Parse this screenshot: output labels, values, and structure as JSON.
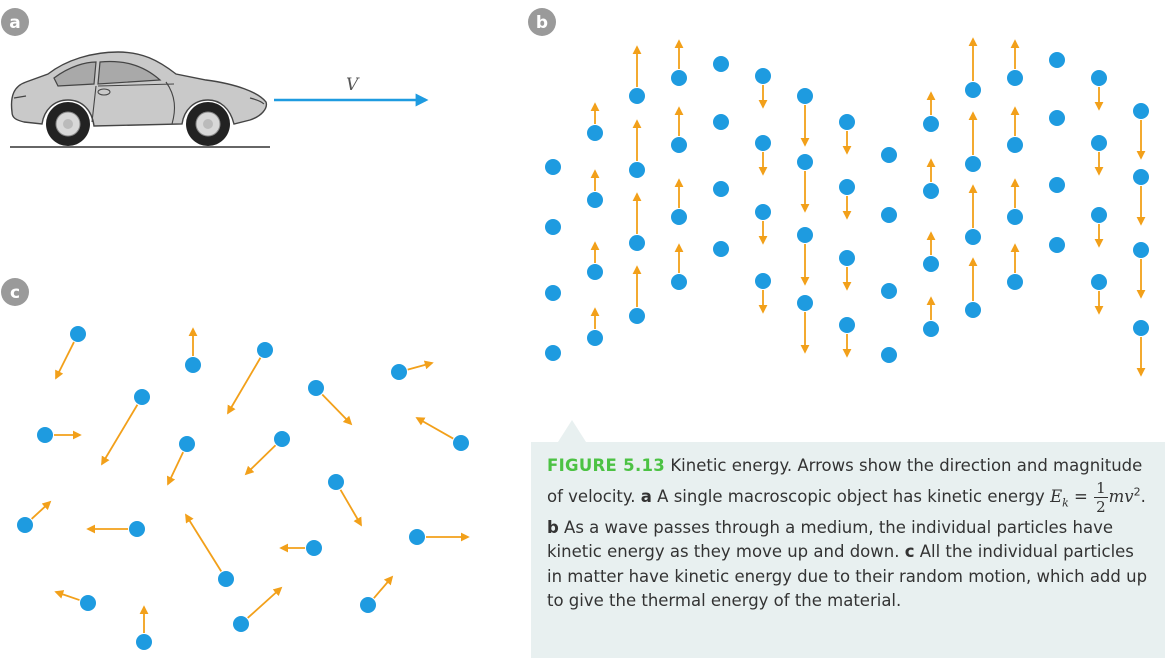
{
  "panels": {
    "a": {
      "badge": "a",
      "velocity_label": "V"
    },
    "b": {
      "badge": "b"
    },
    "c": {
      "badge": "c"
    }
  },
  "caption": {
    "figure_label": "FIGURE 5.13",
    "intro": " Kinetic energy. Arrows show the direction and magnitude of velocity. ",
    "part_a_letter": "a",
    "part_a_text": " A single macroscopic object has kinetic energy ",
    "formula_lhs": "E",
    "formula_sub": "k",
    "formula_eq": " = ",
    "formula_num": "1",
    "formula_den": "2",
    "formula_rhs": "mv",
    "formula_exp": "2",
    "formula_end": ". ",
    "part_b_letter": "b",
    "part_b_text": " As a wave passes through a medium, the individual particles have kinetic energy as they move up and down. ",
    "part_c_letter": "c",
    "part_c_text": " All the individual particles in matter have kinetic energy due to their random motion, which add up to give the thermal energy of the material."
  },
  "colors": {
    "particle": "#1e9be0",
    "arrow": "#f2a01a",
    "velocity_arrow": "#1e9be0",
    "badge": "#9a9a9a",
    "figure_label": "#4cc244",
    "caption_bg": "#e8f0f0"
  }
}
